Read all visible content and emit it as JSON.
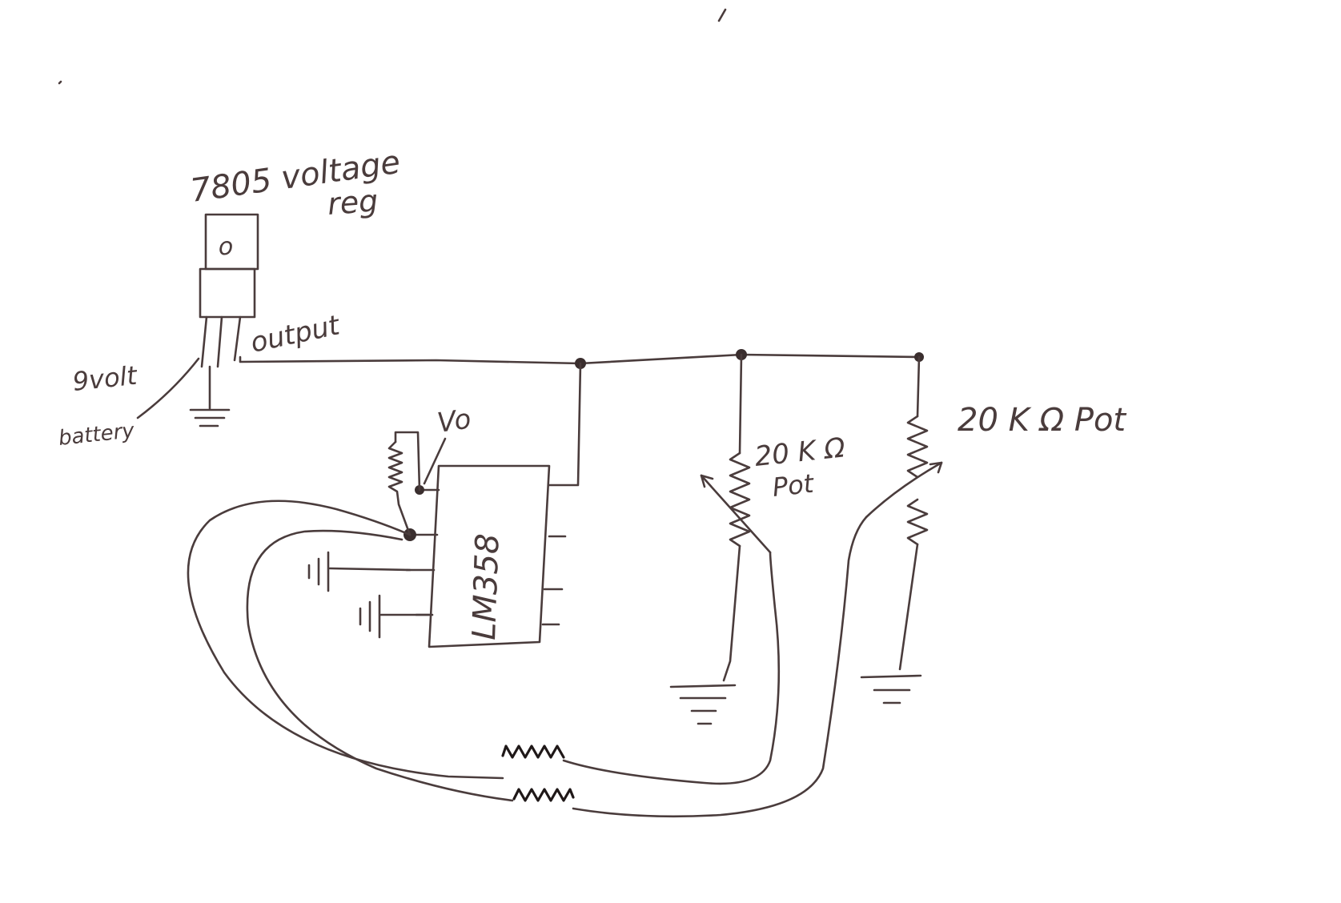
{
  "labels": {
    "regulator_line1": "7805 voltage",
    "regulator_line2": "reg",
    "regulator_pin": "o",
    "output": "output",
    "battery_line1": "9volt",
    "battery_line2": "battery",
    "vo": "Vo",
    "ic": "LM358",
    "pot_middle_line1": "20 K Ω",
    "pot_middle_line2": "Pot",
    "pot_right": "20 K Ω  Pot"
  },
  "colors": {
    "ink": "#4a3c3c",
    "ink_dark": "#1f1818",
    "paper": "#ffffff"
  }
}
